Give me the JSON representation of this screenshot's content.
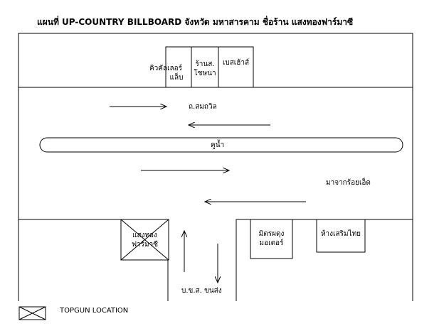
{
  "title": "แผนที่ UP-COUNTRY BILLBOARD จังหวัด มหาสารคาม ชื่อร้าน แสงทองฟาร์มาซี",
  "map": {
    "shops_top": [
      {
        "label_line1": "คิวคัลเลอร์",
        "label_line2": "แล็บ"
      },
      {
        "label_line1": "ร้านส.",
        "label_line2": "โชษนา"
      },
      {
        "label_line1": "เบสเฮ้าส์",
        "label_line2": ""
      }
    ],
    "road_name": "ถ.สมถวิล",
    "median_label": "คูน้ำ",
    "from_label": "มาจากร้อยเอ็ด",
    "shops_bottom": [
      {
        "label_line1": "แสงทอง",
        "label_line2": "ฟาร์มาซี"
      },
      {
        "label_line1": "มิตรผดุง",
        "label_line2": "มอเตอร์"
      },
      {
        "label_line1": "ห้างเสริมไทย",
        "label_line2": ""
      }
    ],
    "side_road": "บ.ข.ส. ขนส่ง"
  },
  "legend": {
    "label": "TOPGUN LOCATION"
  }
}
